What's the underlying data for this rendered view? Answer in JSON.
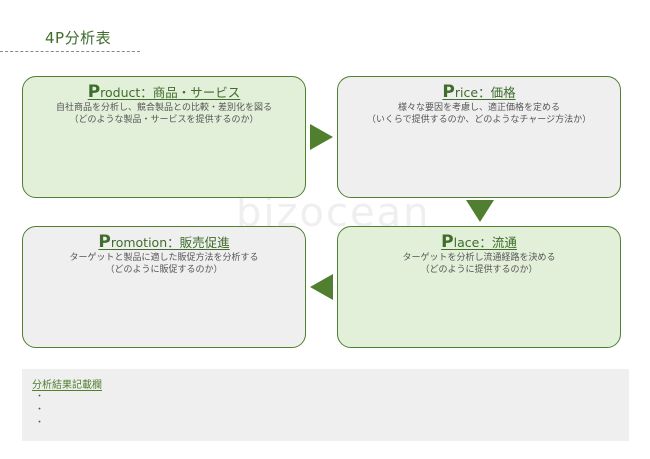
{
  "page_title": "4P分析表",
  "boxes": {
    "product": {
      "initial": "P",
      "heading_rest": "roduct：商品・サービス",
      "lines": [
        "自社商品を分析し、競合製品との比較・差別化を図る",
        "（どのような製品・サービスを提供するのか）"
      ]
    },
    "price": {
      "initial": "P",
      "heading_rest": "rice：価格",
      "lines": [
        "様々な要因を考慮し、適正価格を定める",
        "（いくらで提供するのか、どのようなチャージ方法か）"
      ]
    },
    "promotion": {
      "initial": "P",
      "heading_rest": "romotion：販売促進",
      "lines": [
        "ターゲットと製品に適した販促方法を分析する",
        "（どのように販促するのか）"
      ]
    },
    "place": {
      "initial": "P",
      "heading_rest": "lace：流通",
      "lines": [
        "ターゲットを分析し流通経路を決める",
        "（どのように提供するのか）"
      ]
    }
  },
  "results": {
    "title": "分析結果記載欄",
    "bullets": [
      "・",
      "・",
      "・"
    ]
  },
  "watermark": "bizocean",
  "colors": {
    "accent": "#4f7f2f",
    "green_fill": "#e2efd9",
    "gray_fill": "#efefef"
  }
}
